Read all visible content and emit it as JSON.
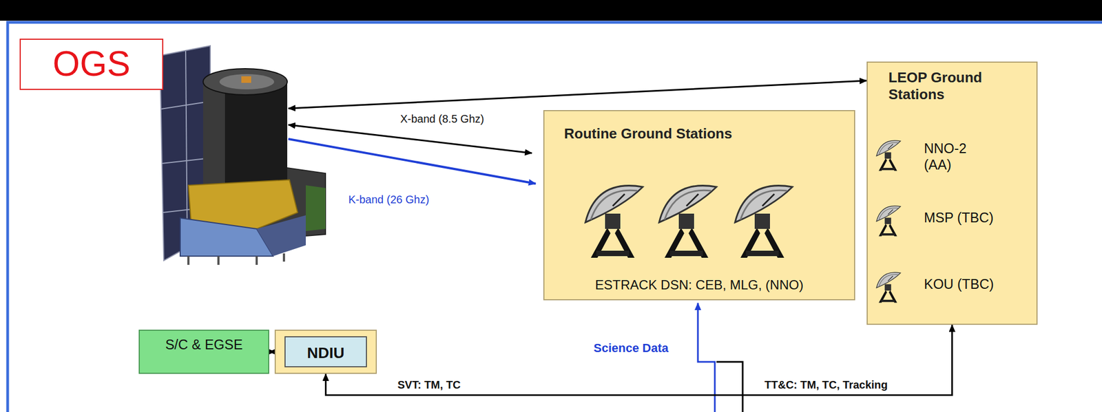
{
  "diagram": {
    "nodes": [
      {
        "text": [
          "OGS"
        ]
      },
      {
        "text": [
          "Routine Ground Stations",
          "ESTRACK DSN: CEB, MLG, (NNO)"
        ]
      },
      {
        "text": [
          "LEOP Ground Stations"
        ]
      },
      {
        "text": [
          "S/C & EGSE"
        ]
      },
      {
        "text": [
          "NDIU"
        ]
      }
    ],
    "edges": [
      {
        "from": 3,
        "to": 4,
        "arrow": "both"
      },
      {
        "from": 4,
        "to": 2,
        "label": "SVT: TM, TC",
        "arrow": "both"
      }
    ],
    "labels": [
      "X-band (8.5 Ghz)",
      "K-band (26 Ghz)",
      "NNO-2 (AA)",
      "MSP (TBC)",
      "KOU (TBC)",
      "Science Data",
      "TT&C: TM, TC, Tracking"
    ]
  }
}
